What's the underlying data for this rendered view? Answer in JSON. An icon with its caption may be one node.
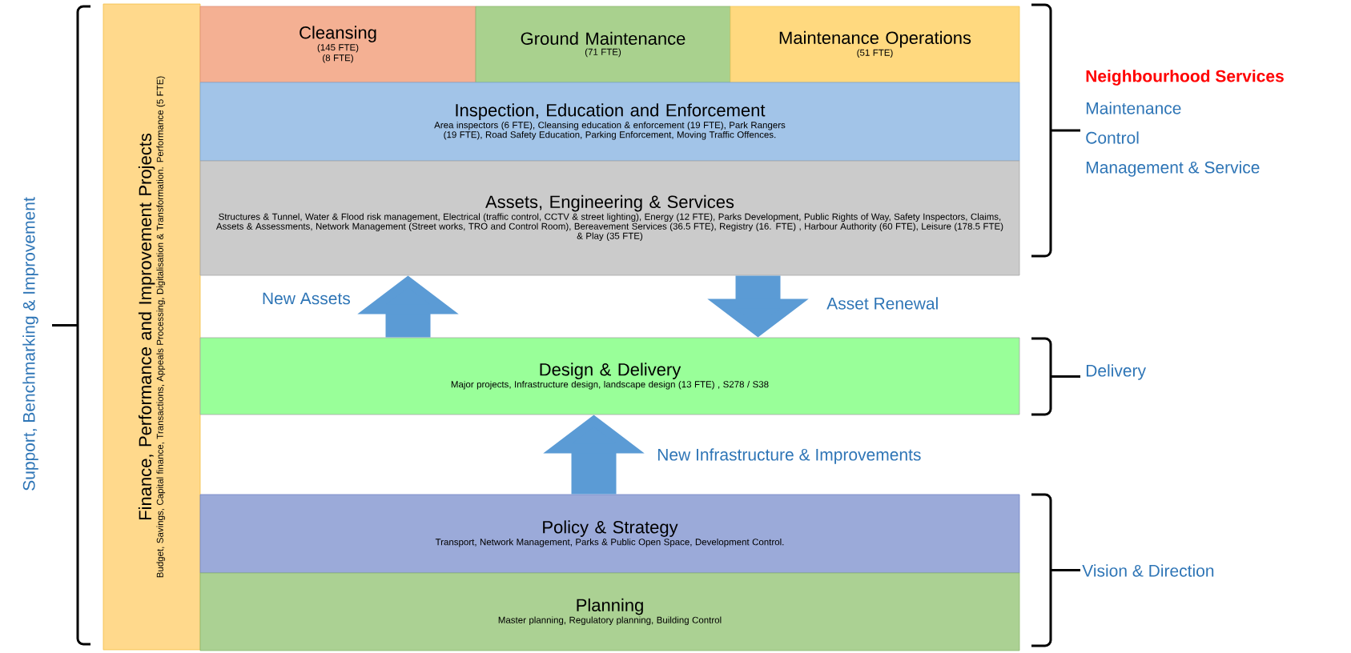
{
  "diagram": {
    "nodes": [
      {
        "text": [
          "Finance, Performance and Improvement Projects",
          "Budget, Savings, Capital finance, Transactions, Appeals Processing, Digitalisation & Transformation. Performance (5 FTE)"
        ]
      },
      {
        "text": [
          "Cleansing",
          "(145 FTE)",
          "(8 FTE)"
        ]
      },
      {
        "text": [
          "Ground Maintenance",
          "(71 FTE)"
        ]
      },
      {
        "text": [
          "Maintenance Operations",
          "(51 FTE)"
        ]
      },
      {
        "text": [
          "Inspection, Education and Enforcement",
          "Area inspectors (6 FTE), Cleansing education & enforcement (19 FTE), Park Rangers (19 FTE), Road Safety Education, Parking Enforcement, Moving Traffic Offences."
        ]
      },
      {
        "text": [
          "Assets, Engineering & Services",
          "Structures & Tunnel, Water & Flood risk management, Electrical (traffic control, CCTV & street lighting), Energy (12 FTE), Parks Development, Public Rights of Way, Safety Inspectors, Claims, Assets & Assessments, Network Management (Street works, TRO and Control Room), Bereavement Services (36.5 FTE), Registry (16. FTE) , Harbour Authority (60 FTE), Leisure (178.5 FTE) & Play (35 FTE)"
        ]
      },
      {
        "text": [
          "Design & Delivery",
          "Major projects, Infrastructure design, landscape design (13 FTE) , S278 / S38"
        ]
      },
      {
        "text": [
          "Policy & Strategy",
          "Transport, Network Management, Parks & Public Open Space, Development Control."
        ]
      },
      {
        "text": [
          "Planning",
          "Master planning, Regulatory planning, Building Control"
        ]
      }
    ],
    "edges": [
      {
        "from": 6,
        "to": 5,
        "arrow": "to",
        "label": "New Assets"
      },
      {
        "from": 5,
        "to": 6,
        "arrow": "to",
        "label": "Asset Renewal"
      },
      {
        "from": 7,
        "to": 6,
        "arrow": "to",
        "label": "New Infrastructure & Improvements"
      }
    ],
    "labels": [
      "Support, Benchmarking & Improvement",
      "Neighbourhood Services",
      "Maintenance",
      "Control",
      "Management & Service",
      "Delivery",
      "Vision & Direction"
    ]
  }
}
